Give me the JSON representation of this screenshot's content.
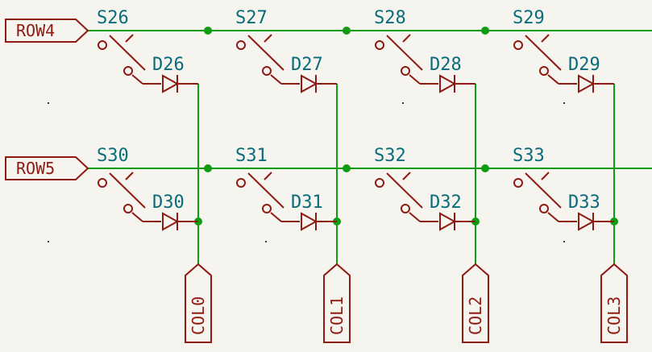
{
  "rows": [
    {
      "net": "ROW4",
      "switches": [
        "S26",
        "S27",
        "S28",
        "S29"
      ],
      "diodes": [
        "D26",
        "D27",
        "D28",
        "D29"
      ]
    },
    {
      "net": "ROW5",
      "switches": [
        "S30",
        "S31",
        "S32",
        "S33"
      ],
      "diodes": [
        "D30",
        "D31",
        "D32",
        "D33"
      ]
    }
  ],
  "columns": [
    "COL0",
    "COL1",
    "COL2",
    "COL3"
  ],
  "colors": {
    "wire": "#0f9b12",
    "component": "#8e1a12",
    "reference": "#0a6c7a",
    "background": "#f5f4ef"
  }
}
